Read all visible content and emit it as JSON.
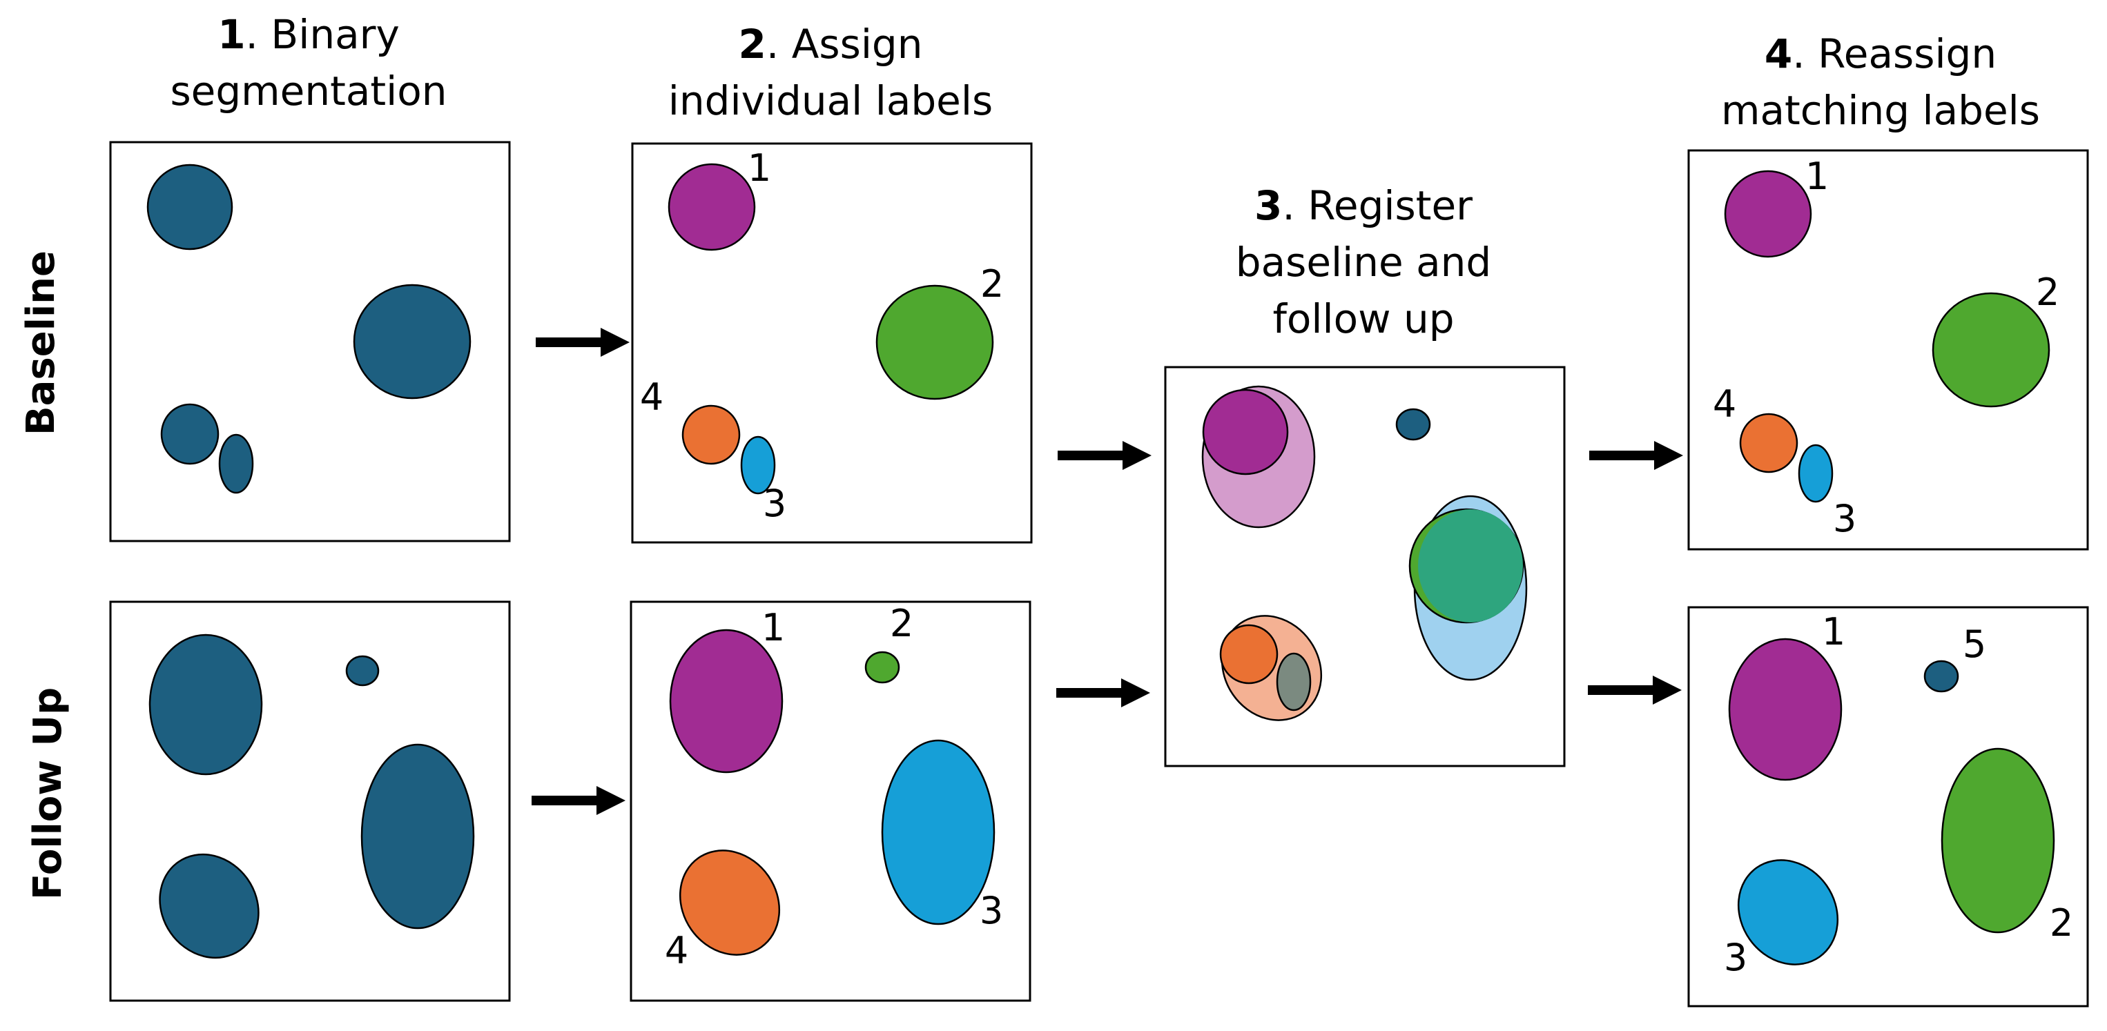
{
  "colors": {
    "binary": "#1d5f80",
    "purple": "#a12c93",
    "purple_light": "#d49ccc",
    "green": "#4fa82f",
    "teal": "#2ea57e",
    "orange": "#ea7133",
    "orange_light": "#f4b193",
    "blue": "#169fd7",
    "blue_light": "#9fd1ef",
    "grey": "#7b8a80",
    "outline": "#000000",
    "arrow": "#000000"
  },
  "row_labels": {
    "baseline": "Baseline",
    "followup": "Follow Up"
  },
  "steps": {
    "s1": {
      "num": "1",
      "text_line1": ". Binary",
      "text_line2": "segmentation"
    },
    "s2": {
      "num": "2",
      "text_line1": ". Assign",
      "text_line2": "individual labels"
    },
    "s3": {
      "num": "3",
      "text_line1": ". Register",
      "text_line2": "baseline and",
      "text_line3": "follow up"
    },
    "s4": {
      "num": "4",
      "text_line1": ". Reassign",
      "text_line2": "matching labels"
    }
  },
  "lesion_labels": {
    "s2_baseline": [
      "1",
      "2",
      "3",
      "4"
    ],
    "s2_followup": [
      "1",
      "2",
      "3",
      "4"
    ],
    "s4_baseline": [
      "1",
      "2",
      "3",
      "4"
    ],
    "s4_followup": [
      "1",
      "5",
      "3",
      "2"
    ]
  }
}
